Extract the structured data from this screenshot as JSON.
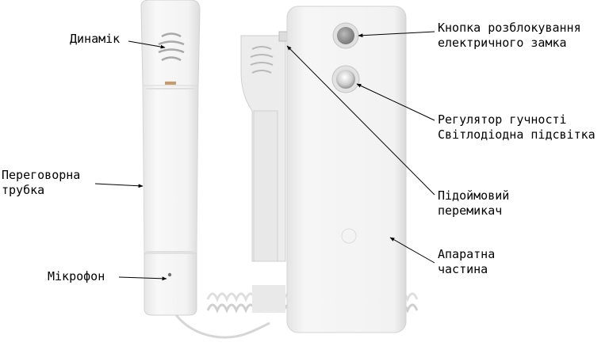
{
  "labels": {
    "speaker": "Динамік",
    "handset": [
      "Переговорна",
      "трубка"
    ],
    "microphone": "Мікрофон",
    "unlock_button": [
      "Кнопка розблокування",
      "електричного замка"
    ],
    "volume": [
      "Регулятор гучності",
      "Світлодіодна підсвітка"
    ],
    "hook_switch": [
      "Підоймовий",
      "перемикач"
    ],
    "base_unit": [
      "Апаратна",
      "частина"
    ]
  },
  "colors": {
    "housing": "#f3f3f3",
    "housing_shadow": "#d9d9d9",
    "text": "#000000",
    "button": "#8a8a8a"
  }
}
